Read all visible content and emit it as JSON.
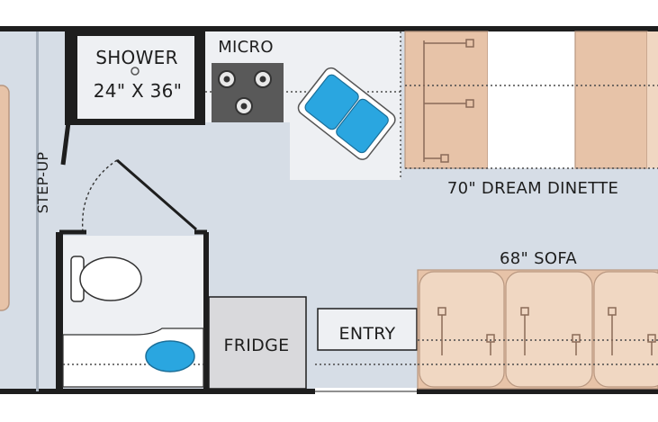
{
  "labels": {
    "shower": "SHOWER",
    "shower_size": "24\" X 36\"",
    "micro": "MICRO",
    "step_up": "STEP-UP",
    "dinette": "70\" DREAM DINETTE",
    "sofa": "68\" SOFA",
    "fridge": "FRIDGE",
    "entry": "ENTRY"
  },
  "colors": {
    "floor": "#d6dde6",
    "wall": "#1e1e1e",
    "counter": "#eef0f3",
    "cabinet": "#d9d9dc",
    "upholstery": "#e7c3a8",
    "upholstery_light": "#f0d7c2",
    "sink_blue": "#2aa6e0",
    "fixture_white": "#ffffff"
  },
  "icons": [
    "stove-burner-icon",
    "sink-icon",
    "toilet-icon",
    "lavatory-sink-icon",
    "drain-icon",
    "cabinet-handle-icon",
    "seat-belt-icon"
  ]
}
